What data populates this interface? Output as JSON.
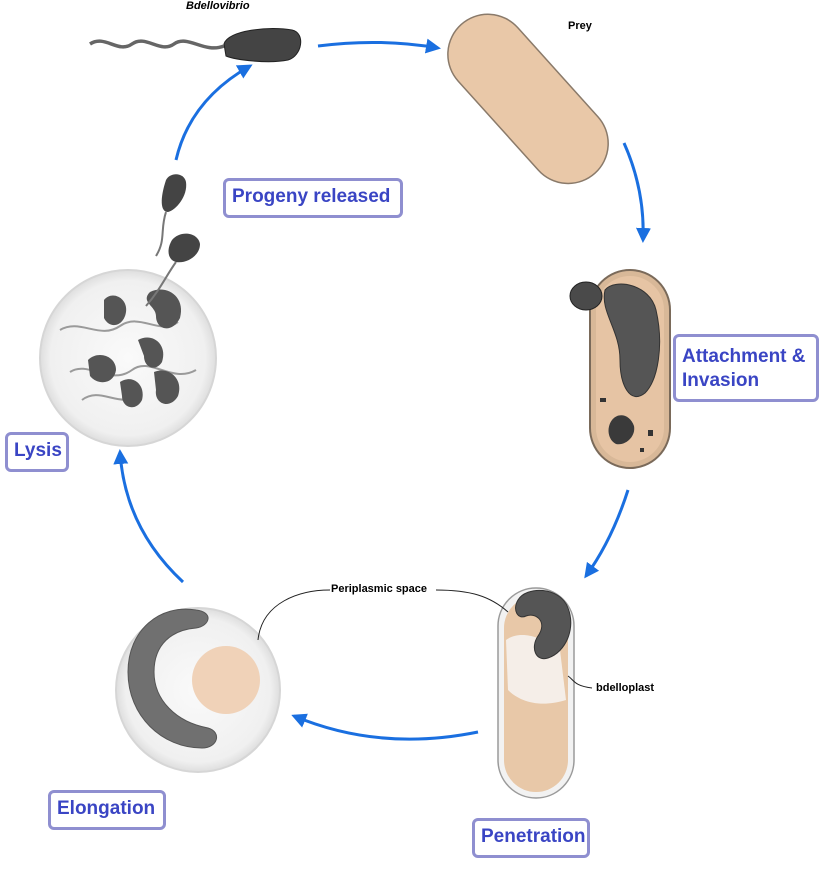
{
  "labels": {
    "bdellovibrio": "Bdellovibrio",
    "prey": "Prey",
    "periplasmic_space": "Periplasmic space",
    "bdelloplast": "bdelloplast"
  },
  "stages": {
    "progeny_released": "Progeny released",
    "attachment_line1": "Attachment &",
    "attachment_line2": "Invasion",
    "penetration": "Penetration",
    "elongation": "Elongation",
    "lysis": "Lysis"
  },
  "colors": {
    "arrow": "#1a6fe0",
    "label_border": "#8f8fd0",
    "label_text": "#3a45c4",
    "prey_fill": "#e9c8a8",
    "prey_stroke": "#8a7a6a",
    "bdellovibrio_fill": "#4a4a4a",
    "cell_fill": "#e4e4e4"
  }
}
